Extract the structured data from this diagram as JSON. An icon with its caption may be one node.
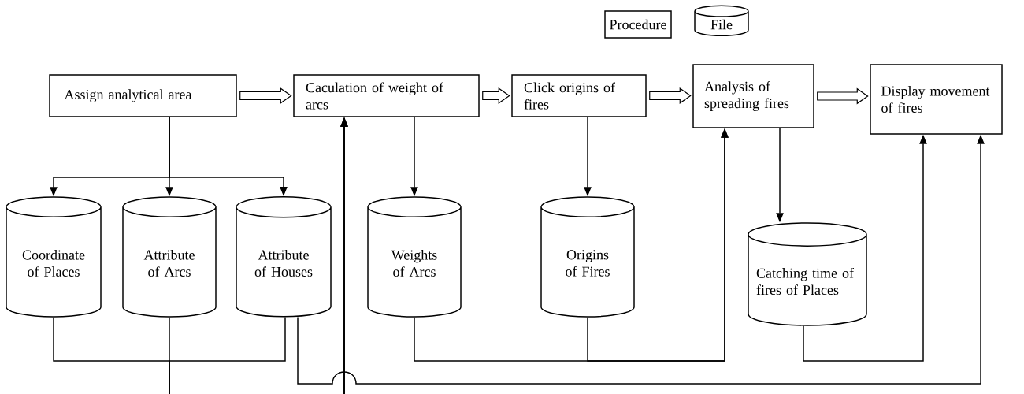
{
  "diagram": {
    "nodes": [
      {
        "text": [
          "Procedure"
        ]
      },
      {
        "text": [
          "File"
        ]
      },
      {
        "text": [
          "Assign analytical area"
        ]
      },
      {
        "text": [
          "Caculation of weight of arcs"
        ]
      },
      {
        "text": [
          "Click origins of fires"
        ]
      },
      {
        "text": [
          "Analysis of spreading fires"
        ]
      },
      {
        "text": [
          "Display movement of fires"
        ]
      },
      {
        "text": [
          "Coordinate of Places"
        ]
      },
      {
        "text": [
          "Attribute of Arcs"
        ]
      },
      {
        "text": [
          "Attribute of Houses"
        ]
      },
      {
        "text": [
          "Weights of Arcs"
        ]
      },
      {
        "text": [
          "Origins of Fires"
        ]
      },
      {
        "text": [
          "Catching time of fires of Places"
        ]
      }
    ],
    "edges": [
      {
        "from": 2,
        "to": 3,
        "arrow": "to"
      },
      {
        "from": 3,
        "to": 4,
        "arrow": "to"
      },
      {
        "from": 4,
        "to": 5,
        "arrow": "to"
      },
      {
        "from": 5,
        "to": 6,
        "arrow": "to"
      },
      {
        "from": 2,
        "to": 7,
        "arrow": "to"
      },
      {
        "from": 2,
        "to": 8,
        "arrow": "to"
      },
      {
        "from": 2,
        "to": 9,
        "arrow": "to"
      },
      {
        "from": 3,
        "to": 10,
        "arrow": "to"
      },
      {
        "from": 4,
        "to": 11,
        "arrow": "to"
      },
      {
        "from": 5,
        "to": 12,
        "arrow": "to"
      },
      {
        "from": 7,
        "to": 3,
        "arrow": "to"
      },
      {
        "from": 8,
        "to": 3,
        "arrow": "to"
      },
      {
        "from": 9,
        "to": 3,
        "arrow": "to"
      },
      {
        "from": 9,
        "to": 6,
        "arrow": "to"
      },
      {
        "from": 10,
        "to": 5,
        "arrow": "to"
      },
      {
        "from": 11,
        "to": 5,
        "arrow": "to"
      },
      {
        "from": 12,
        "to": 6,
        "arrow": "to"
      }
    ]
  }
}
